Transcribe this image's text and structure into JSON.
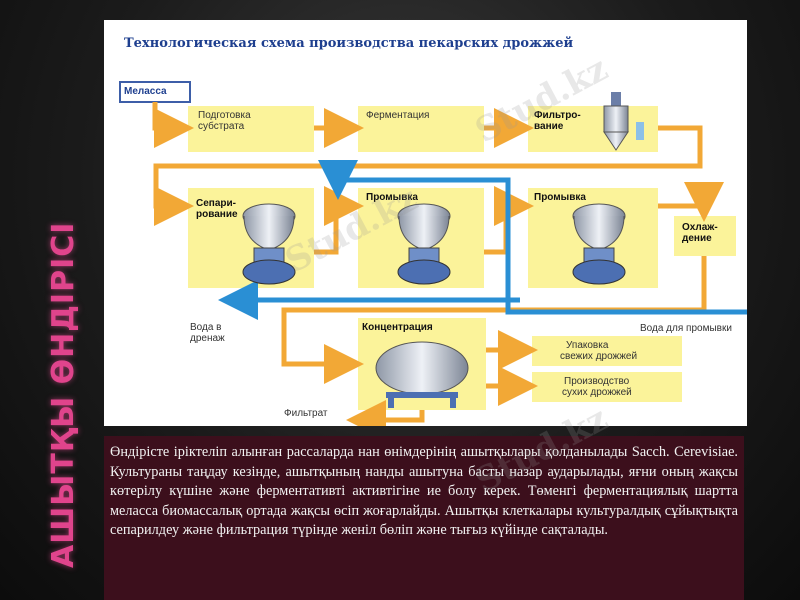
{
  "side_title": "АШЫТҚЫ ӨНДІРІСІ",
  "diagram": {
    "title": "Технологическая схема производства пекарских дрожжей",
    "labels": {
      "melassa": "Меласса",
      "prep_1": "Подготовка",
      "prep_2": "субстрата",
      "ferment": "Ферментация",
      "filter_1": "Фильтро-",
      "filter_2": "вание",
      "separ_1": "Сепари-",
      "separ_2": "рование",
      "wash1": "Промывка",
      "wash2": "Промывка",
      "cool_1": "Охлаж-",
      "cool_2": "дение",
      "drain_1": "Вода в",
      "drain_2": "дренаж",
      "wash_water": "Вода для промывки",
      "concentration": "Концентрация",
      "pack_1": "Упаковка",
      "pack_2": "свежих дрожжей",
      "dry_1": "Производство",
      "dry_2": "сухих дрожжей",
      "filtrate": "Фильтрат"
    }
  },
  "paragraph": "Өндірісте іріктеліп алынған рассаларда нан өнімдерінің ашытқылары қолданылады Sacch. Cerevisiae. Культураны таңдау кезінде, ашытқының нанды ашытуна басты назар аударылады, яғни оның жақсы көтерілу күшіне және ферментативті активтігіне ие болу керек. Төменгі ферментациялық шартта меласса биомассалық ортада жақсы өсіп жоғарлайды. Ашытқы клеткалары культуралдық сұйықтықта сепарилдеу және фильтрация түрінде женіл бөліп және тығыз күйінде сақталады.",
  "watermark": "Stud.kz",
  "colors": {
    "accent_pink": "#e0448c",
    "flow_orange": "#f2a836",
    "flow_blue": "#2a8fd4",
    "box_yellow": "#fbf39a",
    "text_bg": "#3c0f1c",
    "title_blue": "#1e3f8f"
  }
}
